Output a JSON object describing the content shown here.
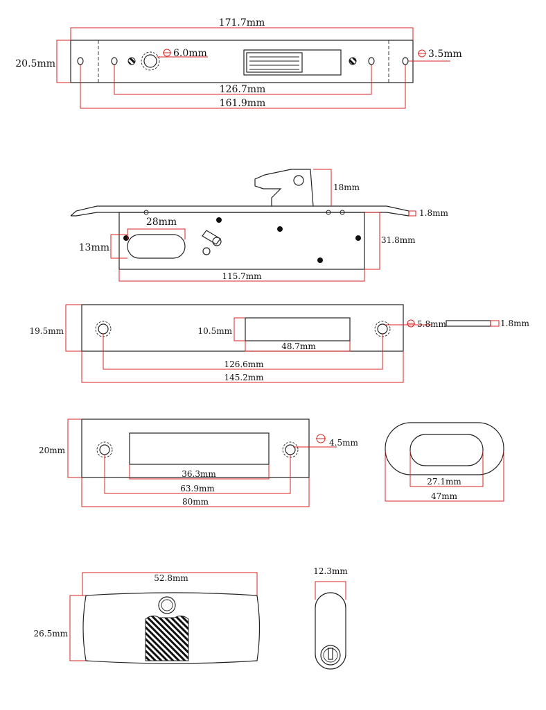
{
  "faceplate": {
    "length": "171.7mm",
    "height": "20.5mm",
    "hole_big": "6.0mm",
    "hole_small": "3.5mm",
    "inner_spacing": "126.7mm",
    "outer_spacing": "161.9mm",
    "hole_big_symbol": "diameter-icon",
    "hole_small_symbol": "diameter-icon"
  },
  "lock_body": {
    "hook_height": "18mm",
    "plate_thickness": "1.8mm",
    "slot_width": "28mm",
    "slot_height": "13mm",
    "body_height": "31.8mm",
    "body_length": "115.7mm"
  },
  "strike_plate": {
    "height": "19.5mm",
    "slot_height": "10.5mm",
    "slot_width": "48.7mm",
    "hole": "5.8mm",
    "thickness": "1.8mm",
    "hole_spacing": "126.6mm",
    "length": "145.2mm"
  },
  "small_plate": {
    "height": "20mm",
    "slot_width": "36.3mm",
    "hole_spacing": "63.9mm",
    "length": "80mm",
    "hole": "4.5mm"
  },
  "escutcheon": {
    "inner_width": "27.1mm",
    "outer_width": "47mm"
  },
  "cylinder": {
    "length": "52.8mm",
    "height": "26.5mm",
    "side_width": "12.3mm"
  },
  "colors": {
    "dimension_line": "#d9231f",
    "outline": "#222222"
  }
}
